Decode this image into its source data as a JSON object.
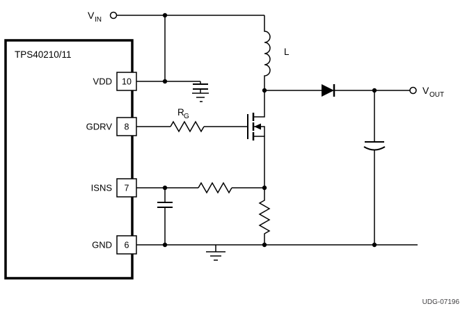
{
  "schematic": {
    "ic": {
      "name": "TPS40210/11"
    },
    "pins": [
      {
        "name": "VDD",
        "number": "10"
      },
      {
        "name": "GDRV",
        "number": "8"
      },
      {
        "name": "ISNS",
        "number": "7"
      },
      {
        "name": "GND",
        "number": "6"
      }
    ],
    "terminals": {
      "input": {
        "base": "V",
        "subscript": "IN"
      },
      "output": {
        "base": "V",
        "subscript": "OUT"
      }
    },
    "components": {
      "inductor_label": "L",
      "gate_resistor": {
        "base": "R",
        "subscript": "G"
      }
    },
    "figure_id": "UDG-07196",
    "colors": {
      "stroke": "#000000",
      "background": "#ffffff"
    }
  }
}
